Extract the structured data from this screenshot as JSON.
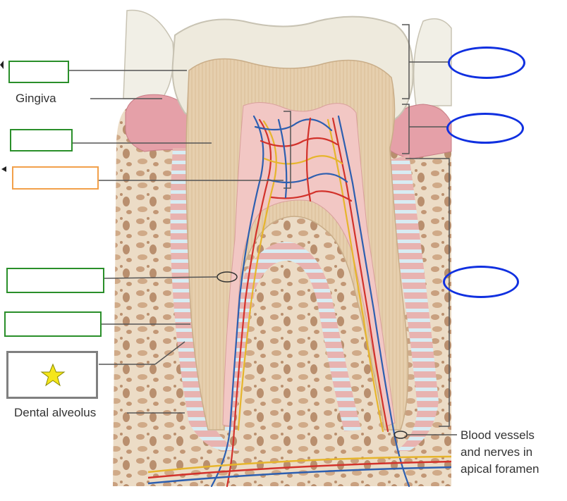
{
  "labels": {
    "gingiva": "Gingiva",
    "dental_alveolus": "Dental alveolus",
    "apical_line1": "Blood vessels",
    "apical_line2": "and nerves in",
    "apical_line3": "apical foramen"
  },
  "boxes": {
    "left": [
      {
        "name": "answer-box-1",
        "color": "#2a8f2a"
      },
      {
        "name": "answer-box-2",
        "color": "#2a8f2a"
      },
      {
        "name": "answer-box-3",
        "color": "#f2a04a"
      },
      {
        "name": "answer-box-4",
        "color": "#2a8f2a"
      },
      {
        "name": "answer-box-5",
        "color": "#2a8f2a"
      },
      {
        "name": "answer-box-star",
        "color": "#808080"
      }
    ],
    "right_ovals_color": "#1030e0",
    "star_color": "#f5e61a"
  },
  "colors": {
    "enamel": "#eeeadd",
    "dentin": "#e6cfae",
    "pulp": "#f2c7c4",
    "gingiva": "#e5a0a8",
    "bone": "#ecdcc6",
    "bone_spots": "#c9a07f",
    "ligament": "#c9e3ee",
    "artery": "#d2322b",
    "vein": "#2d5fb0",
    "nerve": "#e6b52c"
  }
}
